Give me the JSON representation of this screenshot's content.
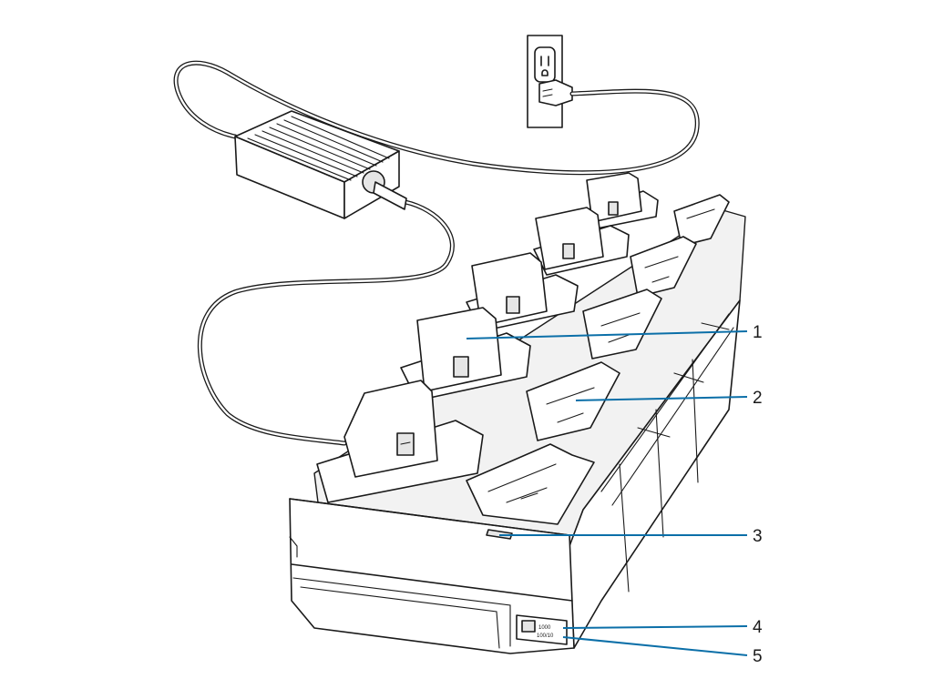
{
  "callouts": [
    {
      "id": "1",
      "label": "1"
    },
    {
      "id": "2",
      "label": "2"
    },
    {
      "id": "3",
      "label": "3"
    },
    {
      "id": "4",
      "label": "4"
    },
    {
      "id": "5",
      "label": "5"
    }
  ],
  "port_label": {
    "line1": "1000",
    "line2": "100/10"
  },
  "colors": {
    "leader": "#0b6fa8",
    "outline": "#1a1a1a",
    "shade": "#e6e6e6"
  }
}
